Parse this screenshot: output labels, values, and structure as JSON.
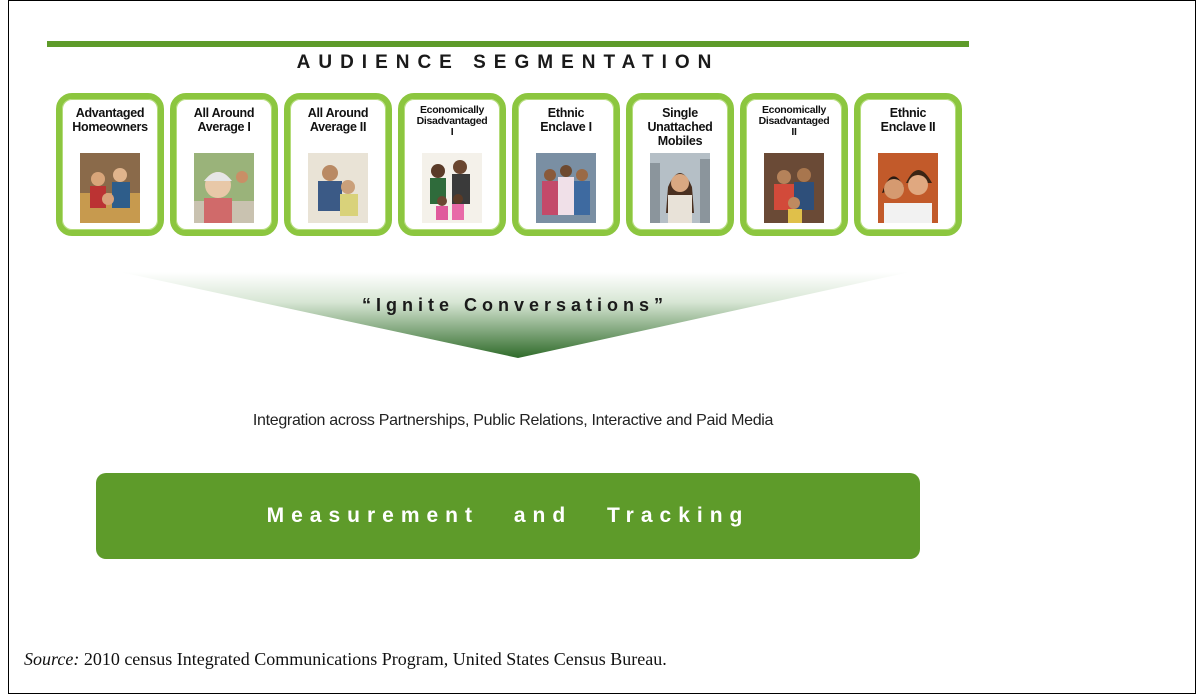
{
  "diagram": {
    "title": "AUDIENCE SEGMENTATION",
    "segments": [
      {
        "label": "Advantaged\nHomeowners",
        "size": "normal"
      },
      {
        "label": "All Around\nAverage I",
        "size": "normal"
      },
      {
        "label": "All Around\nAverage II",
        "size": "normal"
      },
      {
        "label": "Economically\nDisadvantaged\nI",
        "size": "small"
      },
      {
        "label": "Ethnic\nEnclave I",
        "size": "normal"
      },
      {
        "label": "Single\nUnattached\nMobiles",
        "size": "normal"
      },
      {
        "label": "Economically\nDisadvantaged\nII",
        "size": "small"
      },
      {
        "label": "Ethnic\nEnclave II",
        "size": "normal"
      }
    ],
    "funnel_text": "“Ignite Conversations”",
    "integration_text": "Integration across Partnerships, Public Relations, Interactive and Paid Media",
    "measurement_text": "Measurement and Tracking"
  },
  "source": {
    "label": "Source:",
    "text": " 2010 census Integrated Communications Program, United States Census Bureau."
  },
  "colors": {
    "accent_green": "#5e9b2a",
    "border_green": "#8cc63f"
  }
}
